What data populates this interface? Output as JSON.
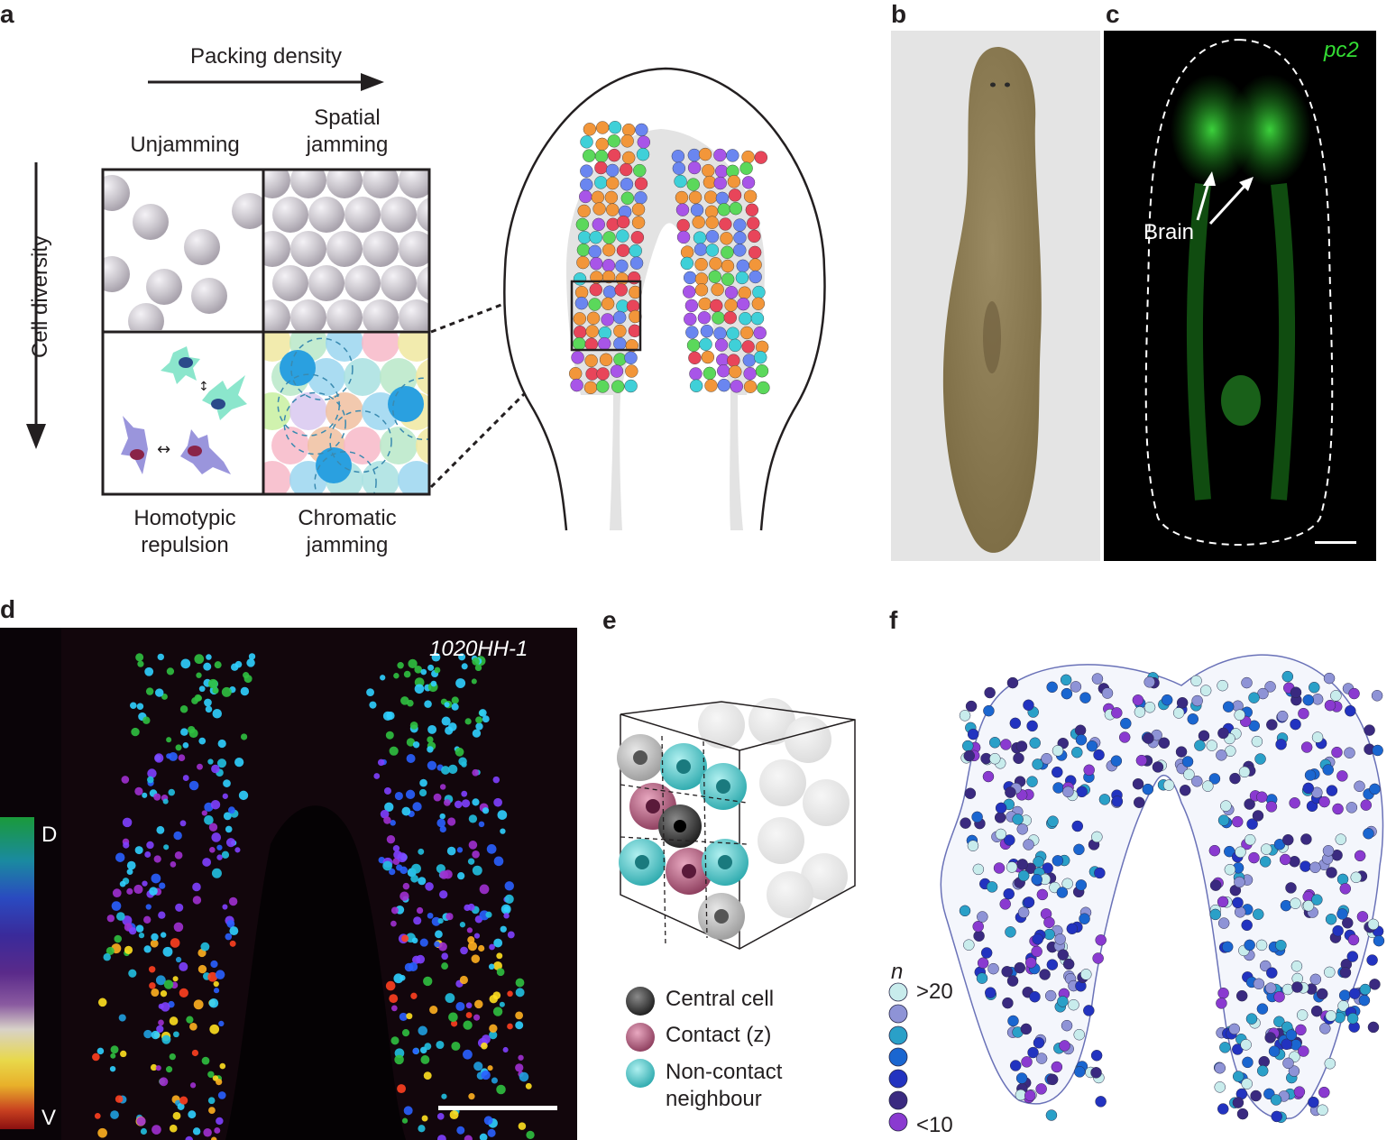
{
  "panels": {
    "a": {
      "label": "a",
      "x_axis_label": "Packing density",
      "y_axis_label": "Cell diversity",
      "col_top_left": "Unjamming",
      "col_top_right": "Spatial jamming",
      "col_bottom_left": "Homotypic repulsion",
      "col_bottom_right": "Chromatic jamming"
    },
    "b": {
      "label": "b"
    },
    "c": {
      "label": "c",
      "marker": "pc2",
      "annotation": "Brain"
    },
    "d": {
      "label": "d",
      "sample": "1020HH-1",
      "scale_top": "D",
      "scale_bottom": "V"
    },
    "e": {
      "label": "e",
      "legend": [
        {
          "text": "Central cell",
          "color": "#444444"
        },
        {
          "text": "Contact (z)",
          "color": "#a04a6e"
        },
        {
          "text": "Non-contact neighbour",
          "color": "#3fbcc0"
        }
      ]
    },
    "f": {
      "label": "f",
      "legend_title": "n",
      "legend_top": ">20",
      "legend_bottom": "<10",
      "legend_colors": [
        "#c8ecec",
        "#8e93d6",
        "#2aa0c8",
        "#1a66d0",
        "#2233c0",
        "#3a2a80",
        "#8a3ad0"
      ]
    }
  },
  "colors": {
    "pc2_green": "#33dd33",
    "cell_palette": [
      "#f2963a",
      "#e8455a",
      "#3fd0d8",
      "#5bd85b",
      "#6a86f0",
      "#a855e8",
      "#f2963a"
    ]
  }
}
